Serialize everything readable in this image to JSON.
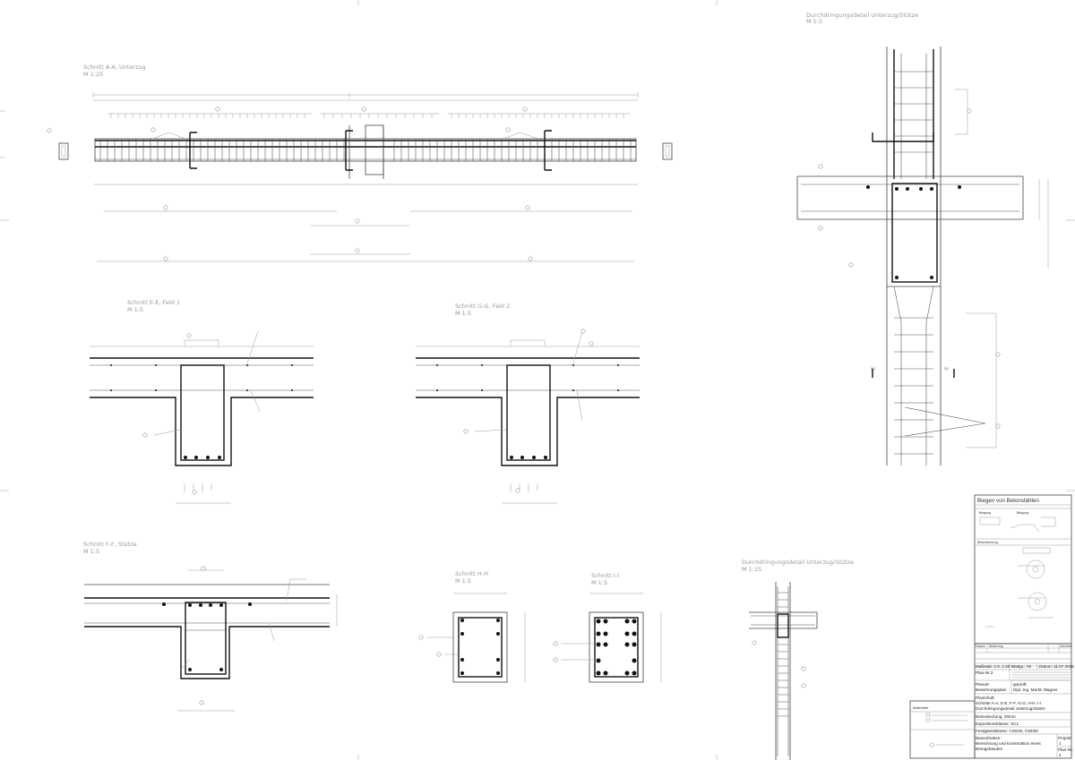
{
  "views": {
    "schnitt_aa": {
      "title": "Schnitt A-A, Unterzug",
      "scale": "M 1:25"
    },
    "durch_top": {
      "title": "Durchdringungsdetail Unterzug/Stütze",
      "scale": "M 1:5"
    },
    "schnitt_ee": {
      "title": "Schnitt E-E, Feld 1",
      "scale": "M 1:5"
    },
    "schnitt_gg": {
      "title": "Schnitt G-G, Feld 2",
      "scale": "M 1:5"
    },
    "schnitt_ff": {
      "title": "Schnitt F-F, Stütze",
      "scale": "M 1:5"
    },
    "schnitt_hh": {
      "title": "Schnitt H-H",
      "scale": "M 1:5"
    },
    "schnitt_ii": {
      "title": "Schnitt I-I",
      "scale": "M 1:5"
    },
    "durch_bottom": {
      "title": "Durchdringungsdetail Unterzug/Stütze",
      "scale": "M 1:25"
    }
  },
  "section_markers": {
    "h_left": "H",
    "h_right": "H"
  },
  "legend": {
    "title": "Biegen von Betonstählen",
    "bending": "Biegung",
    "cover": "Betondeckung"
  },
  "mattenliste": {
    "title": "Mattenliste"
  },
  "title_block": {
    "table_headers": [
      "Datum",
      "Änderung",
      "Zeichen"
    ],
    "scale": "Maßstab: 1:5, 1:25",
    "sheet": "Blattgr.: A0",
    "date": "Datum: 11.07.2016",
    "plan_no_label": "Plan-Nr.:",
    "plan_no": "2",
    "planart_label": "Planart:",
    "planart": "Bewehrungsplan",
    "checked_label": "geprüft:",
    "checked_by": "Dipl.-Ing. Martin Wagner",
    "planinhalt_label": "Planinhalt:",
    "planinhalt_1": "Schnitte A-A, E-E, F-F, G-G, H-H, I-I",
    "planinhalt_2": "Durchdringungsdetail Unterzug/Stütze",
    "betondeckung": "Betondeckung: 30mm",
    "exposition": "Expositionsklasse: XC1",
    "festigkeit": "Festigkeitsklasse: C25/30, C50/60",
    "bauvorhaben_label": "Bauvorhaben:",
    "bauvorhaben_1": "Berechnung und Konstruktion eines",
    "bauvorhaben_2": "Bürogebäudes",
    "projekt_label": "Projekt:",
    "projekt": "1",
    "plan_no_label_2": "Plan-Nr.:",
    "plan_no_2": "2"
  }
}
